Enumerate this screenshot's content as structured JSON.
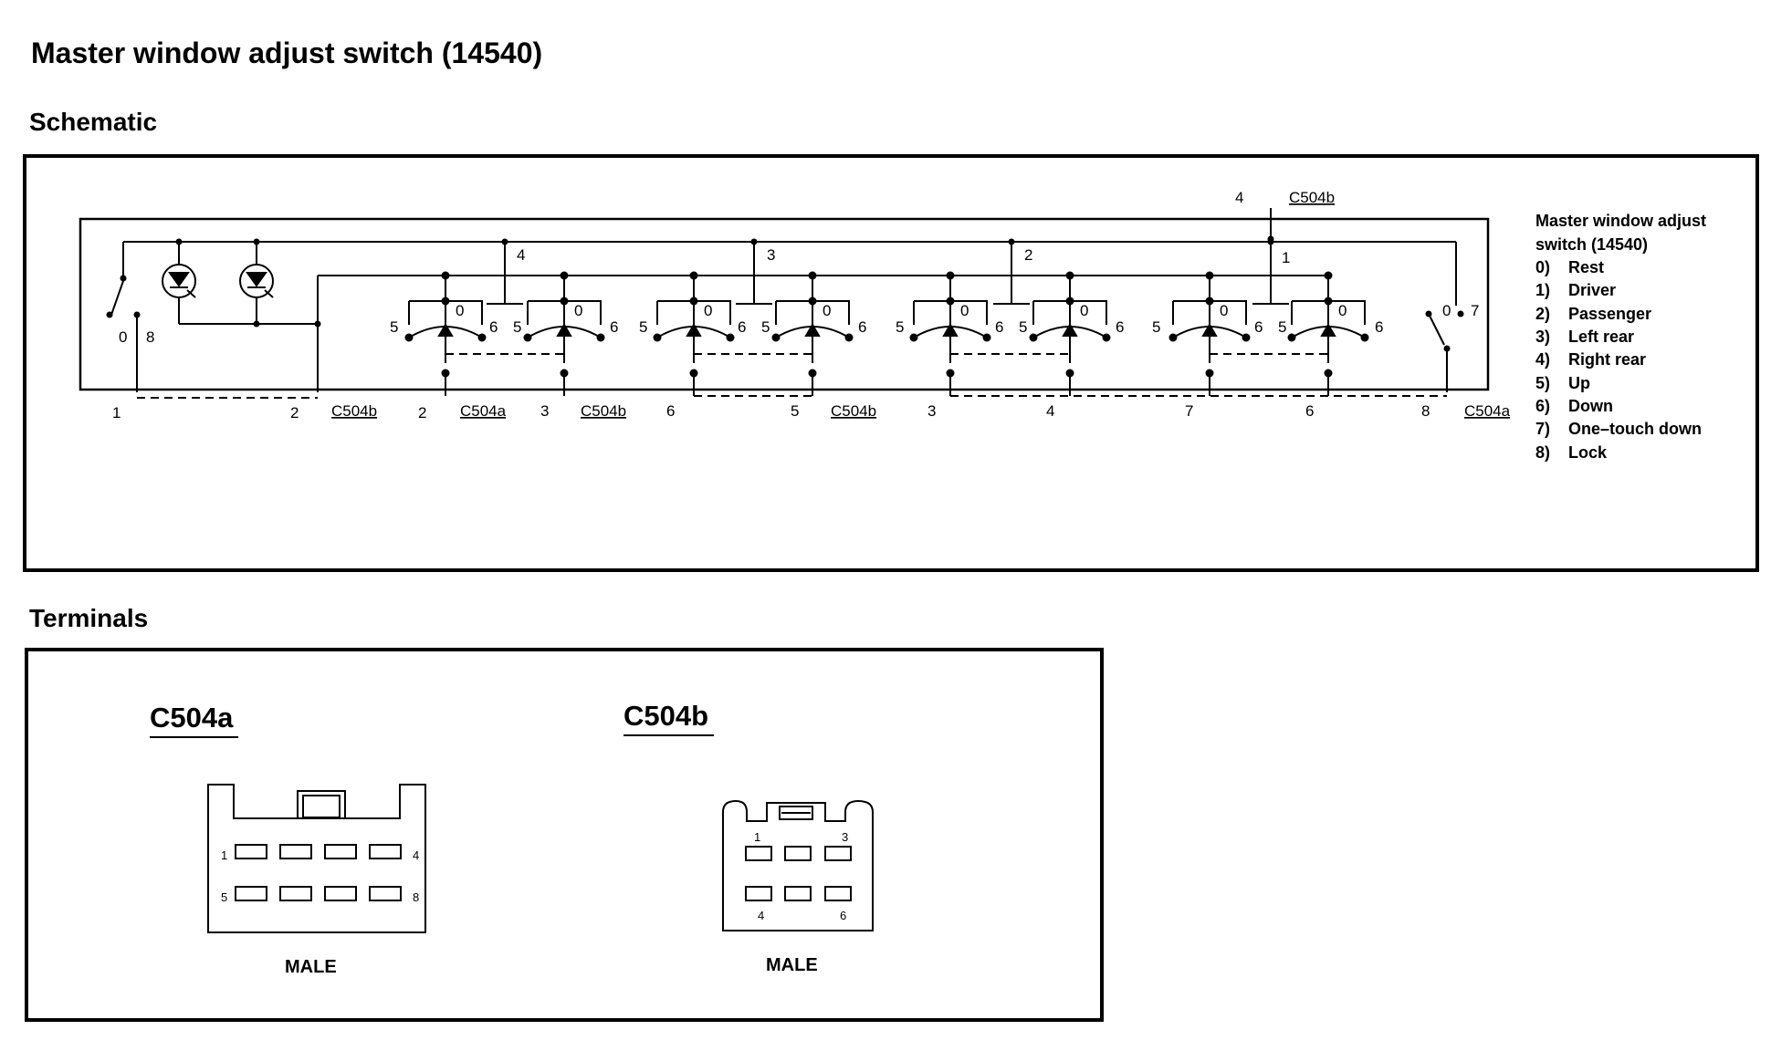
{
  "title": "Master window adjust switch (14540)",
  "schematic_heading": "Schematic",
  "terminals_heading": "Terminals",
  "legend": {
    "title_line1": "Master window adjust",
    "title_line2": "switch (14540)",
    "items": [
      {
        "num": "0)",
        "label": "Rest"
      },
      {
        "num": "1)",
        "label": "Driver"
      },
      {
        "num": "2)",
        "label": "Passenger"
      },
      {
        "num": "3)",
        "label": "Left rear"
      },
      {
        "num": "4)",
        "label": "Right rear"
      },
      {
        "num": "5)",
        "label": "Up"
      },
      {
        "num": "6)",
        "label": "Down"
      },
      {
        "num": "7)",
        "label": "One–touch down"
      },
      {
        "num": "8)",
        "label": "Lock"
      }
    ]
  },
  "schematic": {
    "top_pin": "4",
    "top_connector": "C504b",
    "bus_labels": [
      "4",
      "3",
      "2",
      "1"
    ],
    "switch_state_labels": {
      "rest": "0",
      "up": "5",
      "down": "6",
      "onetouch": "7",
      "lock": "8"
    },
    "bottom_pins": [
      "1",
      "2",
      "2",
      "3",
      "6",
      "5",
      "3",
      "4",
      "7",
      "6",
      "8"
    ],
    "bottom_connectors": [
      "C504b",
      "C504a",
      "C504b",
      "C504b",
      "C504a"
    ]
  },
  "terminals": {
    "c504a": {
      "name": "C504a",
      "pin_tl": "1",
      "pin_tr": "4",
      "pin_bl": "5",
      "pin_br": "8",
      "gender": "MALE"
    },
    "c504b": {
      "name": "C504b",
      "pin_tl": "1",
      "pin_tr": "3",
      "pin_bl": "4",
      "pin_br": "6",
      "gender": "MALE"
    }
  }
}
